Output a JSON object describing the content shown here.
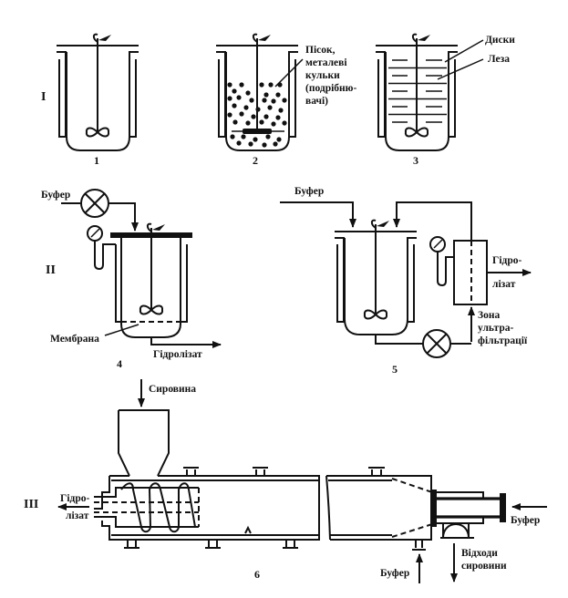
{
  "figure": {
    "row_labels": {
      "row1": "I",
      "row2": "II",
      "row3": "III"
    },
    "diagram1": {
      "number": "1"
    },
    "diagram2": {
      "number": "2",
      "label_lines": [
        "Пісок,",
        "металеві",
        "кульки",
        "(подрібню-",
        "вачі)"
      ]
    },
    "diagram3": {
      "number": "3",
      "label_discs": "Диски",
      "label_blades": "Леза"
    },
    "diagram4": {
      "number": "4",
      "label_buffer": "Буфер",
      "label_membrane": "Мембрана",
      "label_output": "Гідролізат"
    },
    "diagram5": {
      "number": "5",
      "label_buffer": "Буфер",
      "label_output_lines": [
        "Гідро-",
        "лізат"
      ],
      "label_zone_lines": [
        "Зона",
        "ультра-",
        "фільтрації"
      ]
    },
    "diagram6": {
      "number": "6",
      "label_feed": "Сировина",
      "label_output_lines": [
        "Гідро-",
        "лізат"
      ],
      "label_buffer_right": "Буфер",
      "label_buffer_bottom": "Буфер",
      "label_waste_lines": [
        "Відходи",
        "сировини"
      ]
    }
  }
}
